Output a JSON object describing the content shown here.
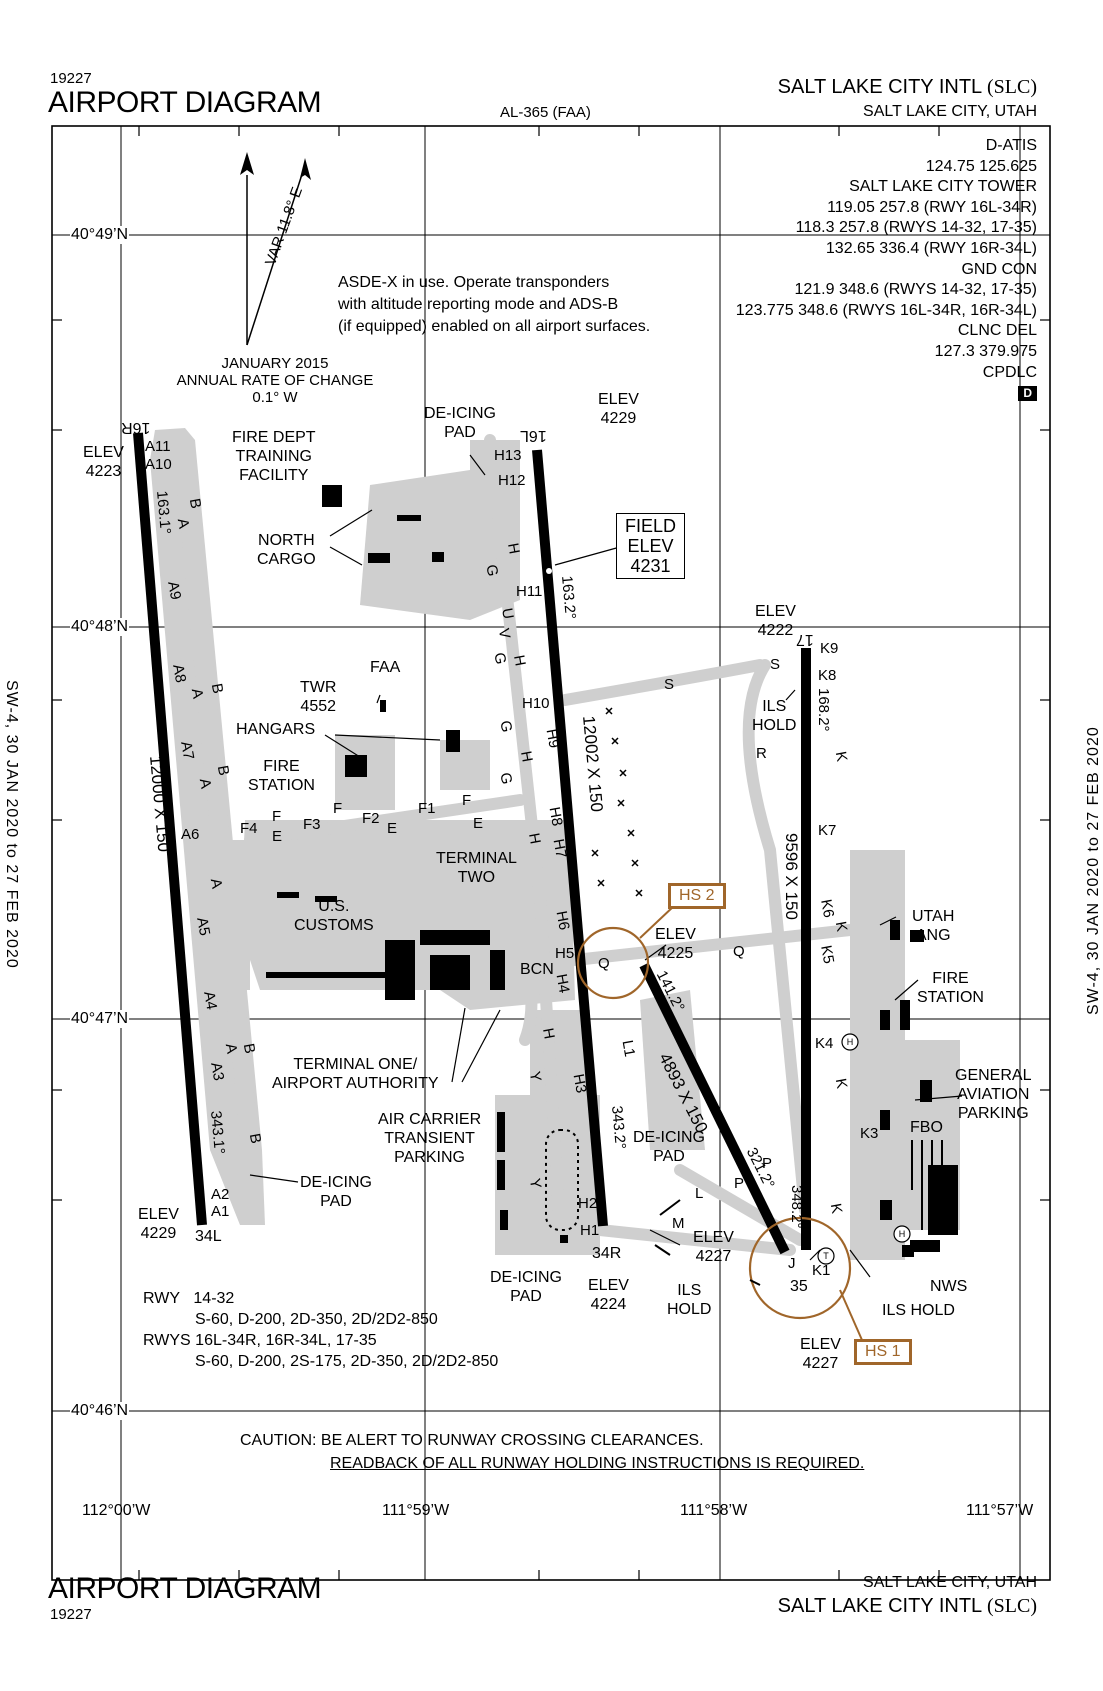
{
  "header": {
    "procedure_id": "19227",
    "title": "AIRPORT DIAGRAM",
    "chart_code": "AL-365 (FAA)",
    "airport_name": "SALT LAKE CITY INTL",
    "airport_ident": "(SLC)",
    "city_state": "SALT LAKE CITY, UTAH"
  },
  "footer": {
    "procedure_id": "19227",
    "title": "AIRPORT DIAGRAM",
    "airport_name": "SALT LAKE CITY INTL",
    "airport_ident": "(SLC)",
    "city_state": "SALT LAKE CITY, UTAH"
  },
  "side_notes": {
    "left": "SW-4, 30 JAN 2020 to 27 FEB 2020",
    "right": "SW-4, 30 JAN 2020 to 27 FEB 2020"
  },
  "frequencies": [
    "D-ATIS",
    "124.75 125.625",
    "SALT LAKE CITY TOWER",
    "119.05 257.8 (RWY 16L-34R)",
    "118.3 257.8 (RWYS 14-32, 17-35)",
    "132.65 336.4 (RWY 16R-34L)",
    "GND CON",
    "121.9 348.6 (RWYS 14-32, 17-35)",
    "123.775 348.6 (RWYS 16L-34R, 16R-34L)",
    "CLNC DEL",
    "127.3 379.975",
    "CPDLC"
  ],
  "cpdlc_badge": "D",
  "notes": {
    "asde_line1": "ASDE-X in use. Operate transponders",
    "asde_line2": "with altitude reporting mode and ADS-B",
    "asde_line3": "(if equipped) enabled on all airport surfaces.",
    "var": "VAR 11.8° E",
    "roc_line1": "JANUARY 2015",
    "roc_line2": "ANNUAL RATE OF CHANGE",
    "roc_line3": "0.1° W"
  },
  "grid": {
    "lat_4049": "40°49’N",
    "lat_4048": "40°48’N",
    "lat_4047": "40°47’N",
    "lat_4046": "40°46’N",
    "lon_11200": "112°00’W",
    "lon_11159": "111°59’W",
    "lon_11158": "111°58’W",
    "lon_11157": "111°57’W"
  },
  "field_elev": {
    "l1": "FIELD",
    "l2": "ELEV",
    "l3": "4231"
  },
  "hot_spots": {
    "hs1": "HS 1",
    "hs2": "HS 2"
  },
  "runways": {
    "r16R": "16R",
    "r34L": "34L",
    "r16L": "16L",
    "r34R": "34R",
    "r17": "17",
    "r35": "35",
    "len_16R34L": "12000 X 150",
    "len_16L34R": "12002 X 150",
    "len_17_35": "9596 X 150",
    "len_14_32": "4893 X 150",
    "hdg_163_w": "163.1°",
    "hdg_343_w": "343.1°",
    "hdg_163_e": "163.2°",
    "hdg_343_e": "343.2°",
    "hdg_168": "168.2°",
    "hdg_348": "348.2°",
    "hdg_141": "141.2°",
    "hdg_321": "321.2°"
  },
  "elevations": {
    "e4223": "4223",
    "e4229a": "4229",
    "e4229b": "4229",
    "e4222": "4222",
    "e4225": "4225",
    "e4224": "4224",
    "e4227a": "4227",
    "e4227b": "4227",
    "elev_word": "ELEV"
  },
  "labels": {
    "fire_dept_1": "FIRE DEPT",
    "fire_dept_2": "TRAINING",
    "fire_dept_3": "FACILITY",
    "north_cargo_1": "NORTH",
    "north_cargo_2": "CARGO",
    "deicing": "DE-ICING",
    "pad": "PAD",
    "faa": "FAA",
    "twr": "TWR",
    "twr_elev": "4552",
    "hangars": "HANGARS",
    "fire_station_1": "FIRE",
    "fire_station_2": "STATION",
    "terminal_two_1": "TERMINAL",
    "terminal_two_2": "TWO",
    "customs_1": "U.S.",
    "customs_2": "CUSTOMS",
    "bcn": "BCN",
    "terminal_one_1": "TERMINAL ONE/",
    "terminal_one_2": "AIRPORT AUTHORITY",
    "air_carrier_1": "AIR CARRIER",
    "air_carrier_2": "TRANSIENT",
    "air_carrier_3": "PARKING",
    "ils": "ILS",
    "hold": "HOLD",
    "ils_hold": "ILS HOLD",
    "utah_1": "UTAH",
    "utah_2": "ANG",
    "ga_1": "GENERAL",
    "ga_2": "AVIATION",
    "ga_3": "PARKING",
    "fbo": "FBO",
    "nws": "NWS"
  },
  "taxiways": {
    "A11": "A11",
    "A10": "A10",
    "A9": "A9",
    "A8": "A8",
    "A7": "A7",
    "A6": "A6",
    "A5": "A5",
    "A4": "A4",
    "A3": "A3",
    "A2": "A2",
    "A1": "A1",
    "A": "A",
    "B": "B",
    "F": "F",
    "F1": "F1",
    "F2": "F2",
    "F3": "F3",
    "F4": "F4",
    "E": "E",
    "G": "G",
    "H": "H",
    "U": "U",
    "V": "V",
    "H1": "H1",
    "H2": "H2",
    "H3": "H3",
    "H4": "H4",
    "H5": "H5",
    "H6": "H6",
    "H7": "H7",
    "H8": "H8",
    "H9": "H9",
    "H10": "H10",
    "H11": "H11",
    "H12": "H12",
    "H13": "H13",
    "K": "K",
    "K1": "K1",
    "K3": "K3",
    "K4": "K4",
    "K5": "K5",
    "K6": "K6",
    "K7": "K7",
    "K8": "K8",
    "K9": "K9",
    "Q": "Q",
    "S": "S",
    "R": "R",
    "P": "P",
    "L": "L",
    "L1": "L1",
    "M": "M",
    "J": "J",
    "Y": "Y"
  },
  "weight_bearing": {
    "rwy_14_32_lbl": "RWY",
    "rwy_14_32": "14-32",
    "rwy_14_32_val": "S-60, D-200, 2D-350, 2D/2D2-850",
    "rwys_lbl": "RWYS",
    "rwys_list": "16L-34R, 16R-34L, 17-35",
    "rwys_val": "S-60, D-200, 2S-175, 2D-350, 2D/2D2-850"
  },
  "caution": {
    "line1": "CAUTION: BE ALERT TO RUNWAY CROSSING CLEARANCES.",
    "line2": "READBACK OF ALL RUNWAY HOLDING INSTRUCTIONS IS REQUIRED."
  }
}
